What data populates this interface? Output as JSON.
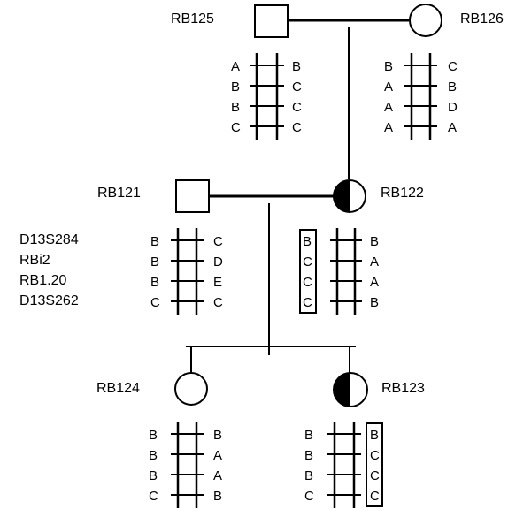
{
  "title": "Pedigree with haplotypes",
  "markers": [
    "D13S284",
    "RBi2",
    "RB1.20",
    "D13S262"
  ],
  "individuals": {
    "RB125": {
      "id": "RB125",
      "sex": "male",
      "affected": false,
      "left": [
        "A",
        "B",
        "B",
        "C"
      ],
      "right": [
        "B",
        "C",
        "C",
        "C"
      ]
    },
    "RB126": {
      "id": "RB126",
      "sex": "female",
      "affected": false,
      "left": [
        "B",
        "A",
        "A",
        "A"
      ],
      "right": [
        "C",
        "B",
        "D",
        "A"
      ]
    },
    "RB121": {
      "id": "RB121",
      "sex": "male",
      "affected": false,
      "left": [
        "B",
        "B",
        "B",
        "C"
      ],
      "right": [
        "C",
        "D",
        "E",
        "C"
      ]
    },
    "RB122": {
      "id": "RB122",
      "sex": "female",
      "affected": true,
      "left": [
        "B",
        "C",
        "C",
        "C"
      ],
      "right": [
        "B",
        "A",
        "A",
        "B"
      ],
      "boxed": "left"
    },
    "RB124": {
      "id": "RB124",
      "sex": "female",
      "affected": false,
      "left": [
        "B",
        "B",
        "B",
        "C"
      ],
      "right": [
        "B",
        "A",
        "A",
        "B"
      ]
    },
    "RB123": {
      "id": "RB123",
      "sex": "female",
      "affected": true,
      "left": [
        "B",
        "B",
        "B",
        "C"
      ],
      "right": [
        "B",
        "C",
        "C",
        "C"
      ],
      "boxed": "right"
    }
  }
}
